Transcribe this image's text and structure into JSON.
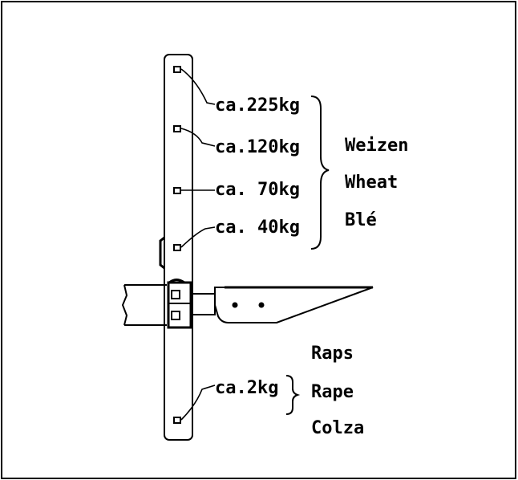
{
  "wheat": {
    "weights": [
      "ca.225kg",
      "ca.120kg",
      "ca. 70kg",
      "ca. 40kg"
    ],
    "names": [
      "Weizen",
      "Wheat",
      "Blé"
    ]
  },
  "rape": {
    "weights": [
      "ca.2kg"
    ],
    "names": [
      "Raps",
      "Rape",
      "Colza"
    ]
  }
}
